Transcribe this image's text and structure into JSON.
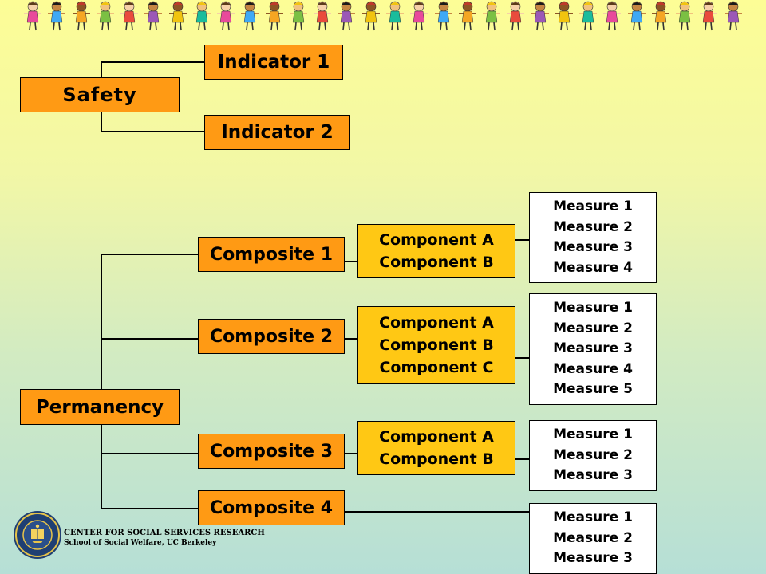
{
  "diagram": {
    "root1": {
      "label": "Safety"
    },
    "indicators": [
      {
        "label": "Indicator 1"
      },
      {
        "label": "Indicator 2"
      }
    ],
    "root2": {
      "label": "Permanency"
    },
    "composites": [
      {
        "label": "Composite 1",
        "components": [
          "Component A",
          "Component B"
        ],
        "measures": [
          "Measure 1",
          "Measure 2",
          "Measure 3",
          "Measure 4"
        ]
      },
      {
        "label": "Composite 2",
        "components": [
          "Component A",
          "Component B",
          "Component C"
        ],
        "measures": [
          "Measure 1",
          "Measure 2",
          "Measure 3",
          "Measure 4",
          "Measure 5"
        ]
      },
      {
        "label": "Composite 3",
        "components": [
          "Component A",
          "Component B"
        ],
        "measures": [
          "Measure 1",
          "Measure 2",
          "Measure 3"
        ]
      },
      {
        "label": "Composite 4",
        "components": [],
        "measures": [
          "Measure 1",
          "Measure 2",
          "Measure 3"
        ]
      }
    ]
  },
  "footer": {
    "org": "CENTER FOR SOCIAL SERVICES RESEARCH",
    "school": "School of Social Welfare, UC Berkeley"
  },
  "colors": {
    "orange": "#ff9a14",
    "gold": "#ffc814",
    "white": "#ffffff",
    "bg_top": "#fdfd96",
    "bg_bottom": "#b6dfd6"
  },
  "icons": {
    "banner": "children-holding-hands-icon",
    "seal": "university-seal-icon"
  }
}
